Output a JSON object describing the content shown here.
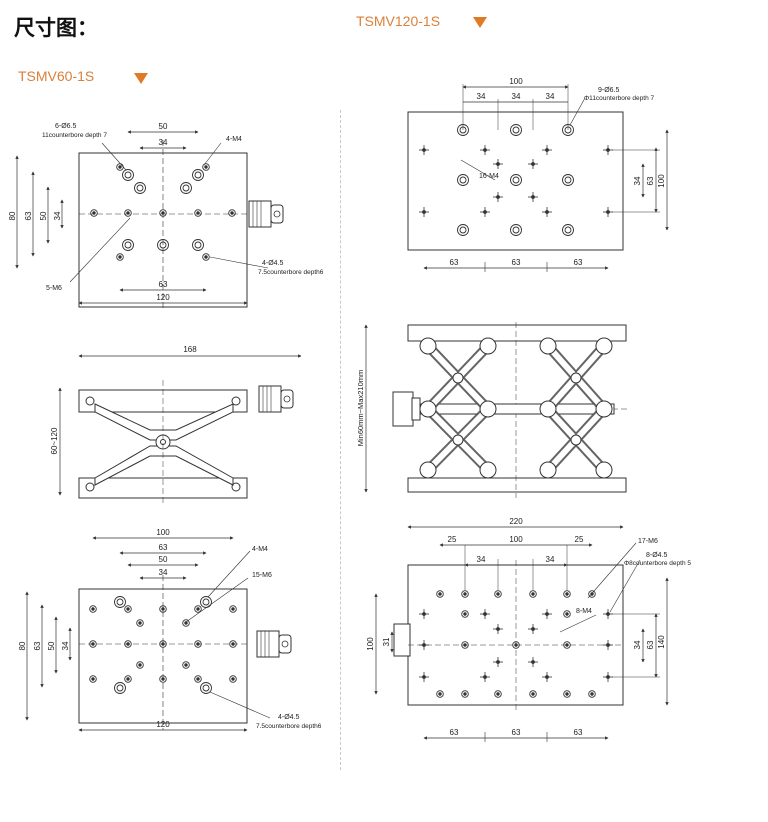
{
  "header": {
    "title": "尺寸图：",
    "model_right": "TSMV120-1S",
    "model_left": "TSMV60-1S",
    "accent": "#e07a26"
  },
  "v60_top": {
    "d50": "50",
    "d34": "34",
    "note_cb": "6-Ø6.5",
    "note_cb2": "11counterbore depth 7",
    "m4": "4-M4",
    "d80": "80",
    "d63": "63",
    "d50v": "50",
    "d34v": "34",
    "hole45": "4-Ø4.5",
    "hole45b": "7.5counterbore depth6",
    "m6": "5-M6",
    "d63h": "63",
    "d120": "120"
  },
  "v60_side": {
    "d168": "168",
    "height": "60~120"
  },
  "v60_bottom": {
    "d100": "100",
    "d63": "63",
    "d50": "50",
    "d34": "34",
    "m4": "4-M4",
    "m6": "15-M6",
    "d80": "80",
    "d63v": "63",
    "d50v": "50",
    "d34v": "34",
    "d120": "120",
    "hole45": "4-Ø4.5",
    "hole45b": "7.5counterbore depth6"
  },
  "v120_top": {
    "d100": "100",
    "d34a": "34",
    "d34b": "34",
    "d34c": "34",
    "cb": "9-Ø6.5",
    "cb2": "Φ11counterbore depth 7",
    "m4": "16-M4",
    "d34v": "34",
    "d63v": "63",
    "d100v": "100",
    "d63a": "63",
    "d63b": "63",
    "d63c": "63"
  },
  "v120_side": {
    "height": "Min60mm~Max210mm"
  },
  "v120_bottom": {
    "d220": "220",
    "d25a": "25",
    "d100": "100",
    "d25b": "25",
    "d34a": "34",
    "d34b": "34",
    "m6": "17-M6",
    "hole45": "8-Ø4.5",
    "hole45b": "Φ8counterbore depth 5",
    "m4": "8-M4",
    "d100v": "100",
    "d31": "31",
    "d34v": "34",
    "d63v": "63",
    "d140": "140",
    "d63a": "63",
    "d63b": "63",
    "d63c": "63"
  }
}
